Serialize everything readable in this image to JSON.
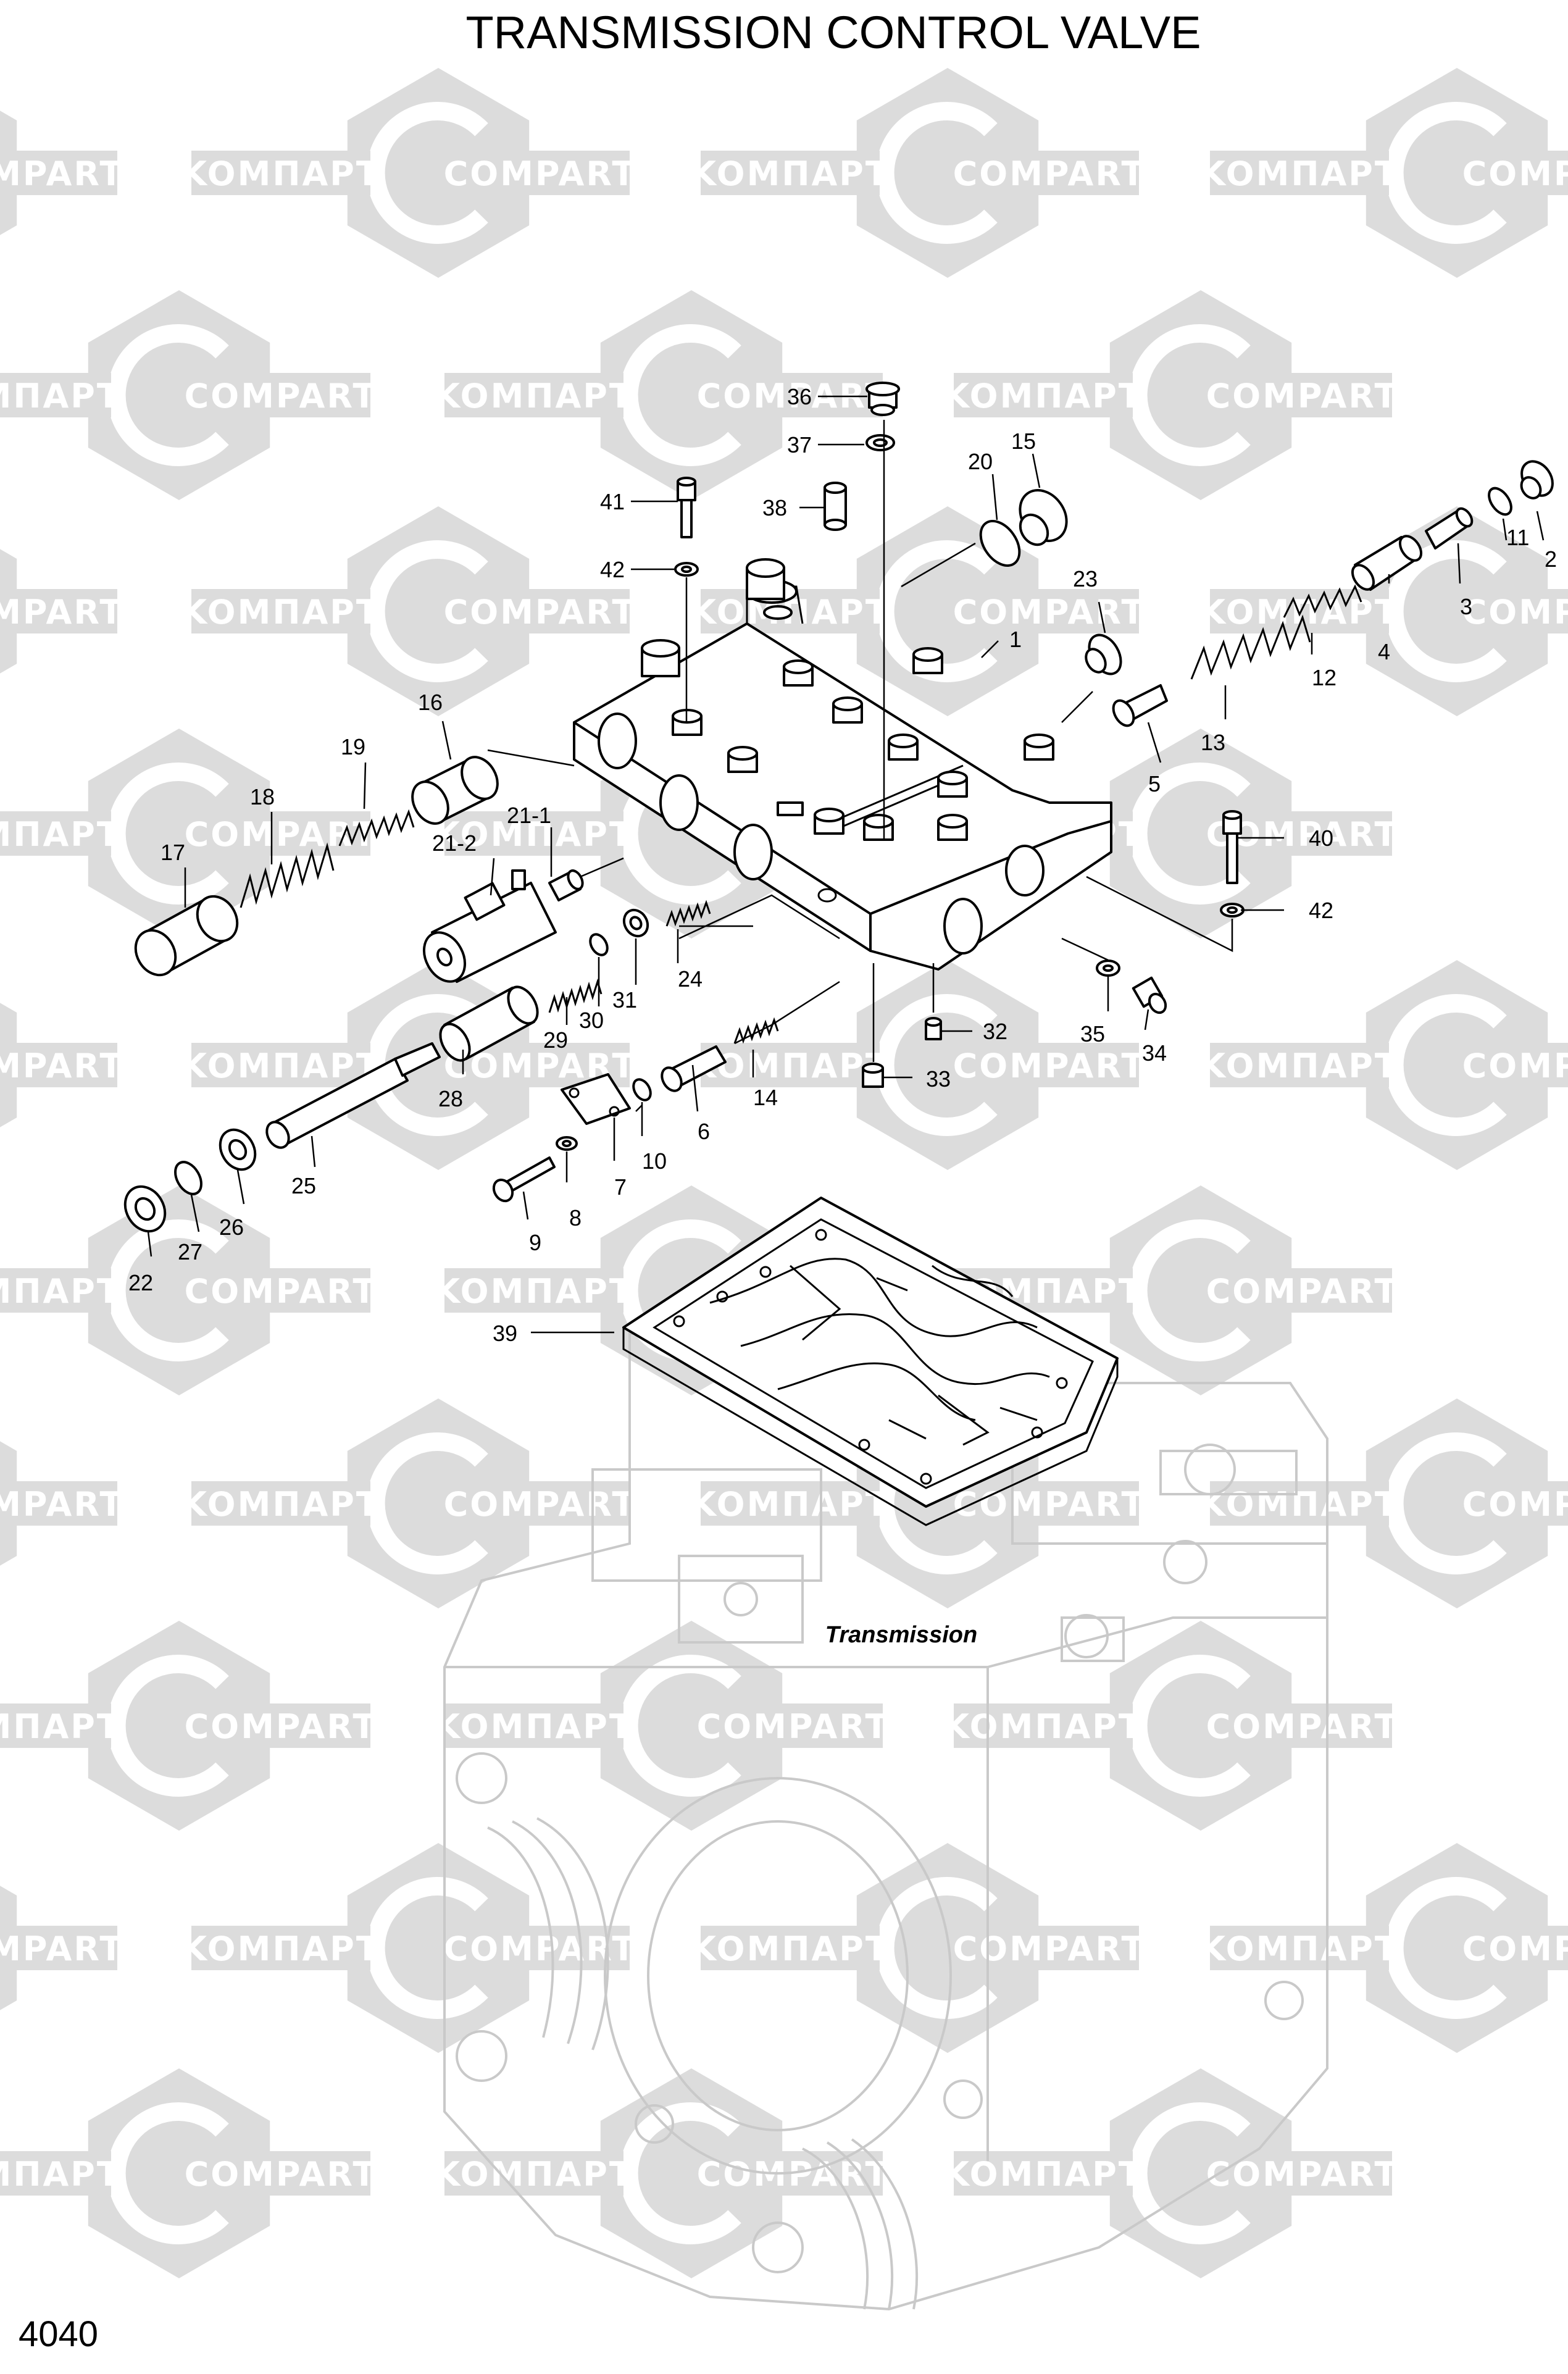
{
  "diagram": {
    "title": "TRANSMISSION CONTROL VALVE",
    "page_number": "4040",
    "assembly_label": "Transmission",
    "watermark": {
      "words": [
        "KOMПАРТ",
        "COMPART"
      ],
      "color": "#dcdcdc"
    },
    "callouts": [
      {
        "id": "36",
        "text": "36"
      },
      {
        "id": "37",
        "text": "37"
      },
      {
        "id": "38",
        "text": "38"
      },
      {
        "id": "41",
        "text": "41"
      },
      {
        "id": "42a",
        "text": "42"
      },
      {
        "id": "20",
        "text": "20"
      },
      {
        "id": "15",
        "text": "15"
      },
      {
        "id": "2",
        "text": "2"
      },
      {
        "id": "11",
        "text": "11"
      },
      {
        "id": "3",
        "text": "3"
      },
      {
        "id": "4",
        "text": "4"
      },
      {
        "id": "23",
        "text": "23"
      },
      {
        "id": "1",
        "text": "1"
      },
      {
        "id": "12",
        "text": "12"
      },
      {
        "id": "13",
        "text": "13"
      },
      {
        "id": "5",
        "text": "5"
      },
      {
        "id": "16",
        "text": "16"
      },
      {
        "id": "19",
        "text": "19"
      },
      {
        "id": "18",
        "text": "18"
      },
      {
        "id": "17",
        "text": "17"
      },
      {
        "id": "21-2",
        "text": "21-2"
      },
      {
        "id": "21-1",
        "text": "21-1"
      },
      {
        "id": "40",
        "text": "40"
      },
      {
        "id": "42b",
        "text": "42"
      },
      {
        "id": "24",
        "text": "24"
      },
      {
        "id": "31",
        "text": "31"
      },
      {
        "id": "30",
        "text": "30"
      },
      {
        "id": "29",
        "text": "29"
      },
      {
        "id": "28",
        "text": "28"
      },
      {
        "id": "32",
        "text": "32"
      },
      {
        "id": "35",
        "text": "35"
      },
      {
        "id": "34",
        "text": "34"
      },
      {
        "id": "33",
        "text": "33"
      },
      {
        "id": "14",
        "text": "14"
      },
      {
        "id": "6",
        "text": "6"
      },
      {
        "id": "10",
        "text": "10"
      },
      {
        "id": "7",
        "text": "7"
      },
      {
        "id": "8",
        "text": "8"
      },
      {
        "id": "9",
        "text": "9"
      },
      {
        "id": "25",
        "text": "25"
      },
      {
        "id": "26",
        "text": "26"
      },
      {
        "id": "27",
        "text": "27"
      },
      {
        "id": "22",
        "text": "22"
      },
      {
        "id": "39",
        "text": "39"
      }
    ]
  }
}
